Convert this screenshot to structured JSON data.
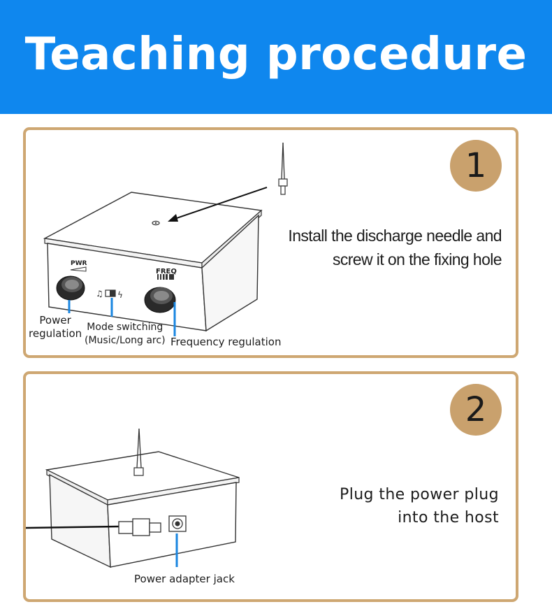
{
  "header": {
    "title": "Teaching procedure"
  },
  "steps": [
    {
      "number": "1",
      "instruction_lines": [
        "Install the discharge needle and",
        "screw it on the fixing hole"
      ],
      "device_labels": {
        "pwr": "PWR",
        "freq": "FREQ"
      },
      "callouts": {
        "power_line1": "Power",
        "power_line2": "regulation",
        "mode_line1": "Mode switching",
        "mode_line2": "(Music/Long arc)",
        "frequency": "Frequency regulation"
      }
    },
    {
      "number": "2",
      "instruction_lines": [
        "Plug the power plug",
        "into the host"
      ],
      "callouts": {
        "jack": "Power adapter jack"
      }
    }
  ],
  "colors": {
    "header_bg": "#0f87ee",
    "panel_border": "#cea772",
    "badge": "#c9a16d",
    "callout_line": "#1a86e0"
  }
}
